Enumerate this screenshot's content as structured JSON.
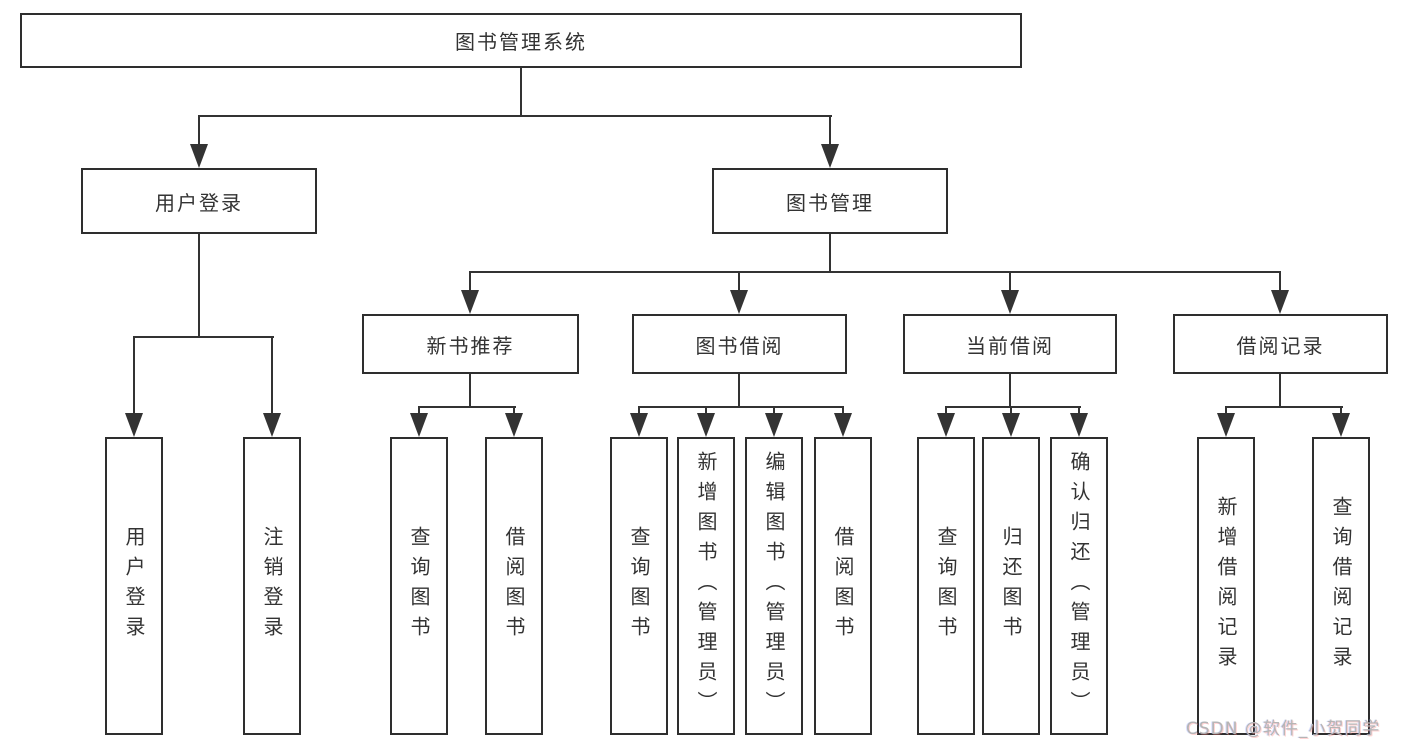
{
  "tree": {
    "root": {
      "label": "图书管理系统",
      "children": [
        {
          "label": "用户登录",
          "children": [
            {
              "label": "用户登录"
            },
            {
              "label": "注销登录"
            }
          ]
        },
        {
          "label": "图书管理",
          "children": [
            {
              "label": "新书推荐",
              "children": [
                {
                  "label": "查询图书"
                },
                {
                  "label": "借阅图书"
                }
              ]
            },
            {
              "label": "图书借阅",
              "children": [
                {
                  "label": "查询图书"
                },
                {
                  "label": "新增图书（管理员）"
                },
                {
                  "label": "编辑图书（管理员）"
                },
                {
                  "label": "借阅图书"
                }
              ]
            },
            {
              "label": "当前借阅",
              "children": [
                {
                  "label": "查询图书"
                },
                {
                  "label": "归还图书"
                },
                {
                  "label": "确认归还（管理员）"
                }
              ]
            },
            {
              "label": "借阅记录",
              "children": [
                {
                  "label": "新增借阅记录"
                },
                {
                  "label": "查询借阅记录"
                }
              ]
            }
          ]
        }
      ]
    }
  },
  "watermark": {
    "text": "CSDN @软件_小贺同学"
  },
  "colors": {
    "line": "#333333",
    "box_border": "#2e2e2e",
    "text": "#333333",
    "watermark": "#b5b5b5",
    "background": "#ffffff"
  }
}
